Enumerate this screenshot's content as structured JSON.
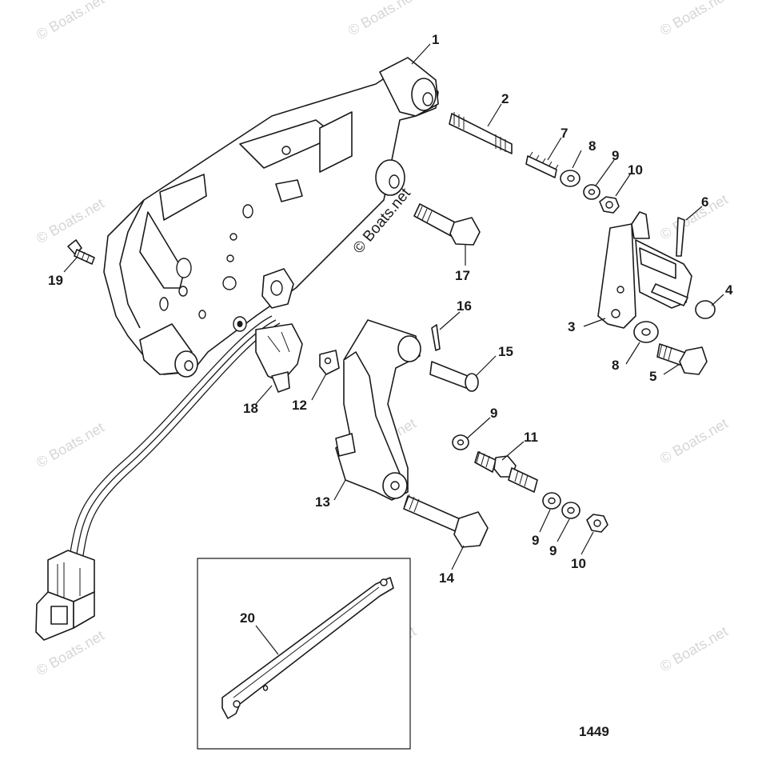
{
  "watermark": {
    "text": "© Boats.net"
  },
  "copyright_label": "© Boats.net",
  "reference_number": "1449",
  "callouts": {
    "c1": "1",
    "c2": "2",
    "c3": "3",
    "c4": "4",
    "c5": "5",
    "c6": "6",
    "c7": "7",
    "c8a": "8",
    "c8b": "8",
    "c9a": "9",
    "c9b": "9",
    "c9c": "9",
    "c9d": "9",
    "c10a": "10",
    "c10b": "10",
    "c11": "11",
    "c12": "12",
    "c13": "13",
    "c14": "14",
    "c15": "15",
    "c16": "16",
    "c17": "17",
    "c18": "18",
    "c19": "19",
    "c20": "20"
  },
  "colors": {
    "line": "#1a1a1a",
    "watermark": "#d6d6d6",
    "background": "#ffffff"
  }
}
